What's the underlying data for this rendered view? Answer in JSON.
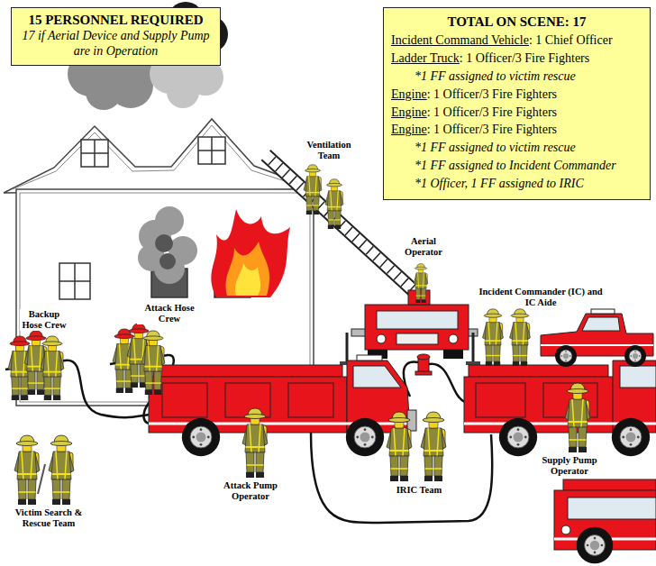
{
  "diagram": {
    "nodes": [
      {
        "text": [
          "15 PERSONNEL REQUIRED",
          "17 if Aerial Device and Supply Pump are in Operation"
        ]
      },
      {
        "text": [
          "TOTAL ON SCENE: 17",
          "Incident Command Vehicle: 1 Chief Officer",
          "Ladder Truck: 1 Officer/3 Fire Fighters",
          "*1 FF assigned to victim rescue",
          "Engine: 1 Officer/3 Fire Fighters",
          "Engine: 1 Officer/3 Fire Fighters",
          "Engine: 1 Officer/3 Fire Fighters",
          "*1 FF assigned to victim rescue",
          "*1 FF assigned to Incident Commander",
          "*1 Officer, 1 FF assigned to IRIC"
        ]
      }
    ],
    "labels": [
      "Ventilation Team",
      "Aerial Operator",
      "Incident Commander (IC) and IC Aide",
      "Backup Hose Crew",
      "Attack Hose Crew",
      "Attack Pump Operator",
      "IRIC Team",
      "Supply Pump Operator",
      "Victim Search & Rescue Team"
    ]
  }
}
